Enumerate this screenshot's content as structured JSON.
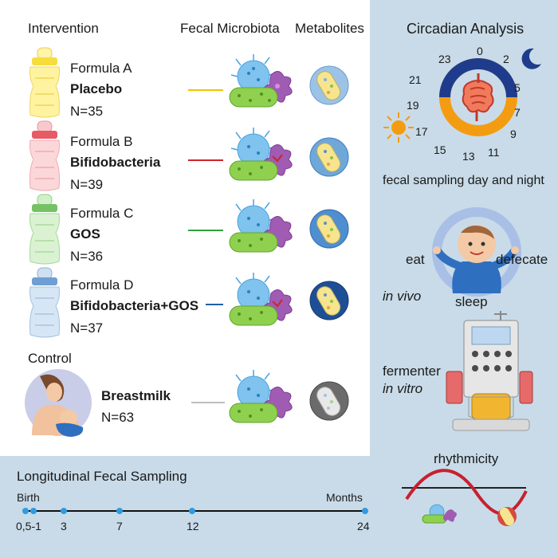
{
  "headers": {
    "intervention": "Intervention",
    "fecal_microbiota": "Fecal Microbiota",
    "metabolites": "Metabolites",
    "circadian": "Circadian Analysis"
  },
  "formulas": [
    {
      "name": "Formula A",
      "type": "Placebo",
      "n": "N=35",
      "color": "#f2c400"
    },
    {
      "name": "Formula B",
      "type": "Bifidobacteria",
      "n": "N=39",
      "color": "#d0232a"
    },
    {
      "name": "Formula C",
      "type": "GOS",
      "n": "N=36",
      "color": "#2fa13b"
    },
    {
      "name": "Formula D",
      "type": "Bifidobacteria+GOS",
      "n": "N=37",
      "color": "#1f5ea8"
    }
  ],
  "control": {
    "label": "Control",
    "type": "Breastmilk",
    "n": "N=63",
    "color": "#bdbdbd"
  },
  "clock": {
    "hours": [
      "0",
      "2",
      "5",
      "7",
      "9",
      "11",
      "13",
      "15",
      "17",
      "19",
      "21",
      "23"
    ],
    "caption": "fecal sampling day and night"
  },
  "in_vivo": {
    "eat": "eat",
    "defecate": "defecate",
    "sleep": "sleep",
    "label": "in vivo"
  },
  "fermenter": {
    "label": "fermenter",
    "sub": "in vitro"
  },
  "rhythm": {
    "label": "rhythmicity"
  },
  "timeline": {
    "title": "Longitudinal Fecal Sampling",
    "start": "Birth",
    "end": "Months",
    "ticks": [
      "0,5-1",
      "3",
      "7",
      "12",
      "24"
    ]
  }
}
